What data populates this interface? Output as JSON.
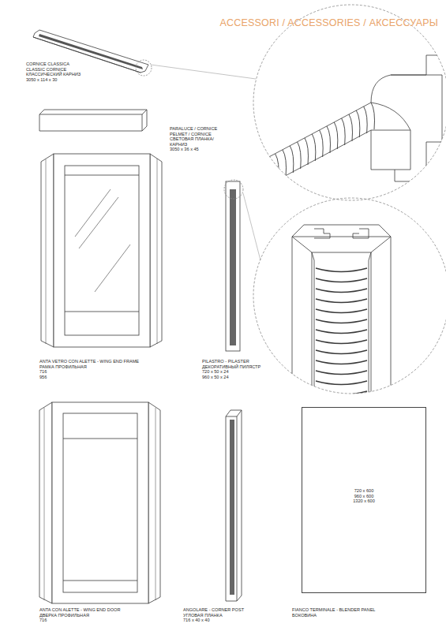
{
  "diagram": {
    "title": "ACCESSORI / ACCESSORIES / АКСЕССУАРЫ",
    "nodes": [
      {
        "text": [
          "720 x 600",
          "960 x 600",
          "1320 x 600"
        ]
      }
    ],
    "labels": [
      "CORNICE CLASSICA",
      "CLASSIC CORNICE",
      "КЛАССИЧЕСКИЙ КАРНИЗ",
      "3050 x 114 x 30",
      "PARALUCE / CORNICE",
      "PELMET / CORNICE",
      "СВЕТОВАЯ ПЛАНКА/",
      "КАРНИЗ",
      "3050 x 36 x 45",
      "ANTA VETRO CON ALETTE - WING END FRAME",
      "РАМКА ПРОФИЛЬНАЯ",
      "716",
      "956",
      "PILASTRO - PILASTER",
      "ДЕКОРАТИВНЫЙ ПИЛЯСТР",
      "720 x 50 x 24",
      "960 x 50 x 24",
      "ANTA CON ALETTE - WING END DOOR",
      "ДВЕРКА ПРОФИЛЬНАЯ",
      "716",
      "ANGOLARE - CORNER POST",
      "УГЛОВАЯ ПЛАНКА",
      "716 x 40 x 40",
      "FIANCO TERMINALE - BLENDER PANEL",
      "БОКОВИНА"
    ]
  }
}
